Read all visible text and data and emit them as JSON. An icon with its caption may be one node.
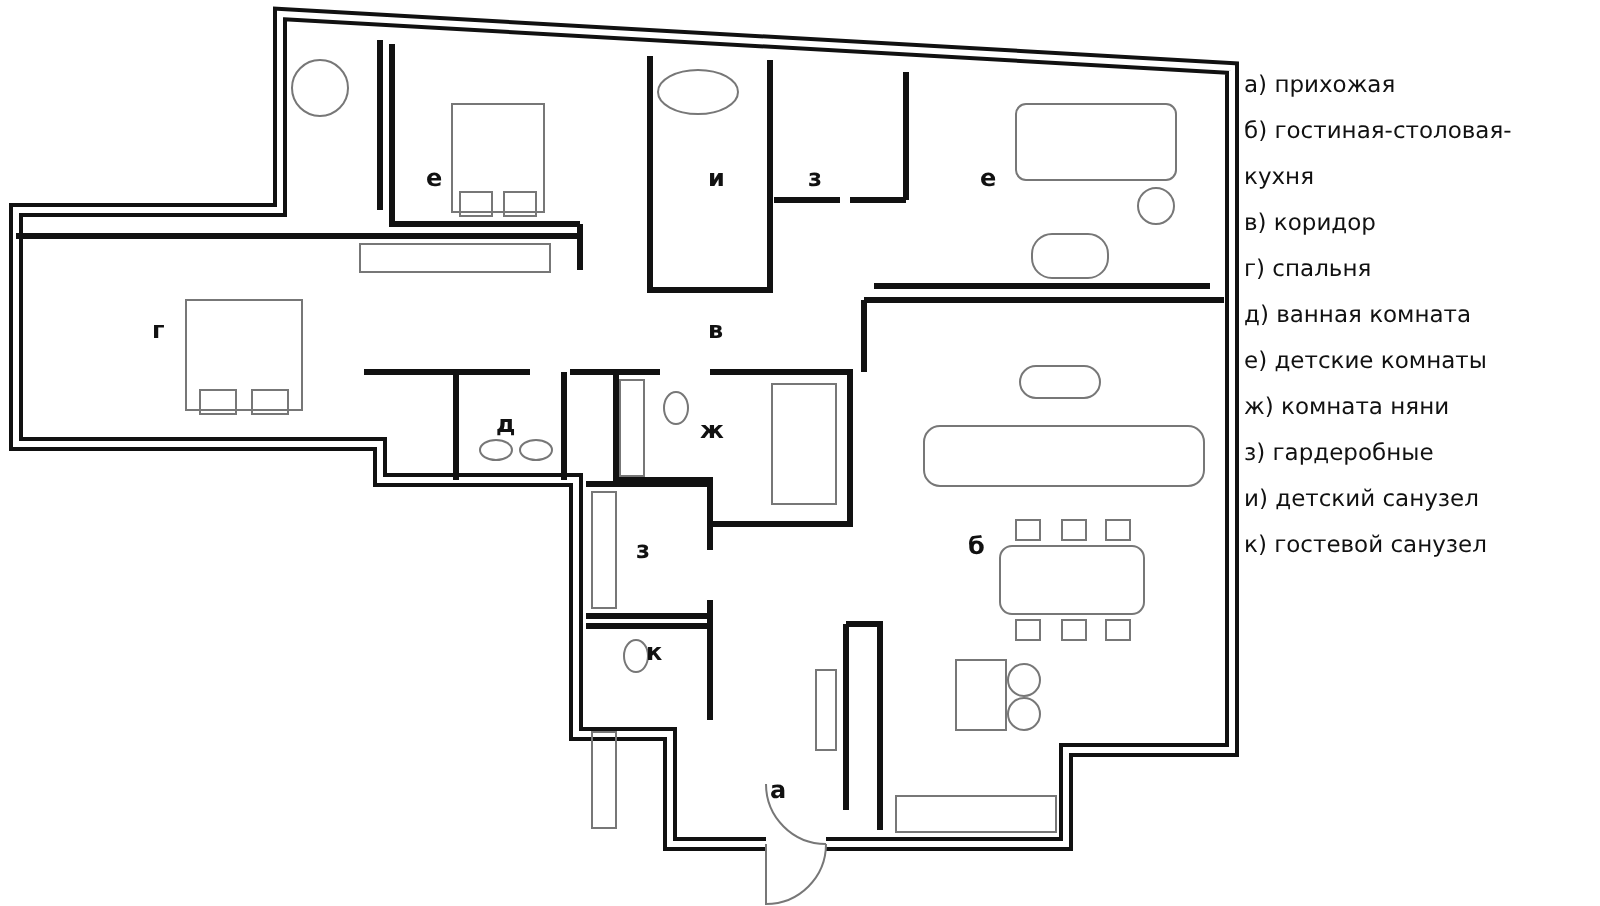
{
  "diagram": {
    "labels": [
      "е",
      "и",
      "з",
      "е",
      "в",
      "г",
      "д",
      "ж",
      "б",
      "з",
      "к",
      "а",
      "а) прихожая",
      "б) гостиная-столовая-кухня",
      "в) коридор",
      "г) спальня",
      "д) ванная комната",
      "е) детские комнаты",
      "ж) комната няни",
      "з) гардеробные",
      "и) детский санузел",
      "к) гостевой санузел"
    ]
  }
}
